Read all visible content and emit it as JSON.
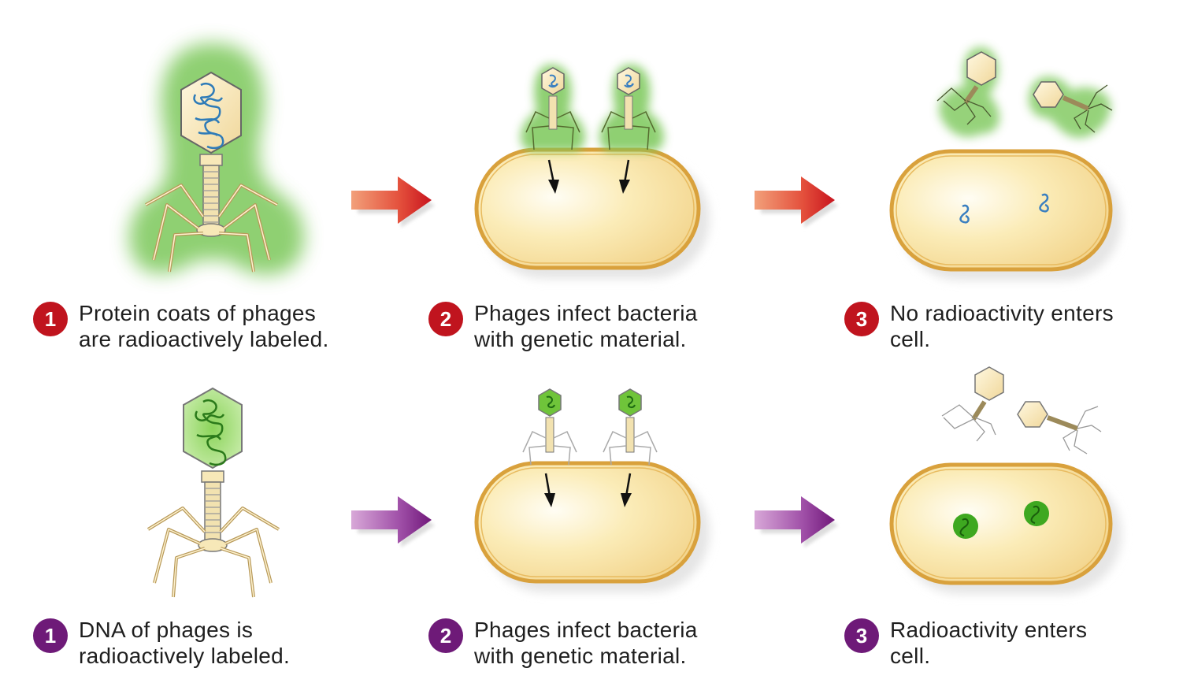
{
  "diagram": {
    "title": "Hershey-Chase experiment",
    "rows": [
      {
        "id": "protein-labeled",
        "label_color": "#c0141e",
        "arrow_color": "#d9262e",
        "radioactive_label_color": "#7cc85a",
        "steps": [
          {
            "number": "1",
            "lines": [
              "Protein coats of phages",
              "are radioactively labeled."
            ]
          },
          {
            "number": "2",
            "lines": [
              "Phages infect bacteria",
              "with genetic material."
            ]
          },
          {
            "number": "3",
            "lines": [
              "No radioactivity enters",
              "cell."
            ]
          }
        ]
      },
      {
        "id": "dna-labeled",
        "label_color": "#6e1a78",
        "arrow_color": "#8e3a96",
        "radioactive_label_color": "#4fb82a",
        "steps": [
          {
            "number": "1",
            "lines": [
              "DNA of phages is",
              "radioactively labeled."
            ]
          },
          {
            "number": "2",
            "lines": [
              "Phages infect bacteria",
              "with genetic material."
            ]
          },
          {
            "number": "3",
            "lines": [
              "Radioactivity enters",
              "cell."
            ]
          }
        ]
      }
    ]
  }
}
